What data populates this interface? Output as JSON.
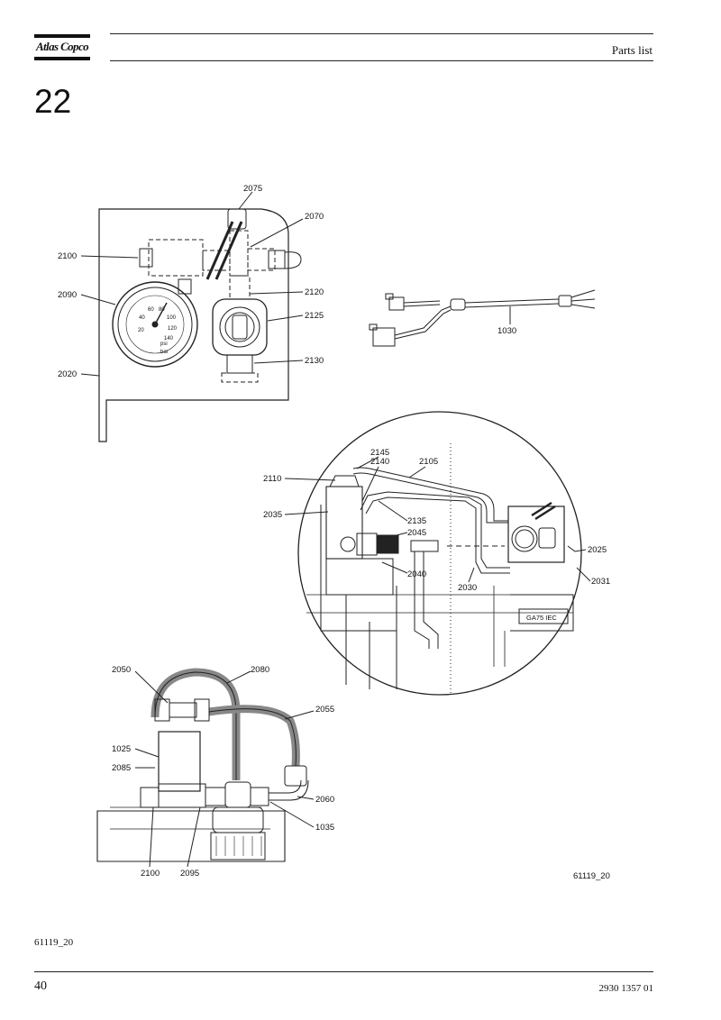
{
  "header": {
    "brand": "Atlas Copco",
    "section_title": "Parts list",
    "chapter_number": "22"
  },
  "figure": {
    "image_code": "61119_20",
    "callouts": {
      "top_left": [
        "2075",
        "2070",
        "2100",
        "2090",
        "2120",
        "2125",
        "2020",
        "2130"
      ],
      "cable": [
        "1030"
      ],
      "circle": [
        "2145",
        "2140",
        "2105",
        "2110",
        "2035",
        "2135",
        "2045",
        "2040",
        "2030",
        "2025",
        "2031"
      ],
      "bottom": [
        "2050",
        "2080",
        "2055",
        "1025",
        "2085",
        "2060",
        "1035",
        "2100",
        "2095"
      ]
    },
    "gauge_text": {
      "unit_psi": "psi",
      "unit_bar": "bar",
      "scale_psi": [
        "20",
        "40",
        "60",
        "80",
        "100",
        "120",
        "140"
      ]
    },
    "machine_label": "GA75 IEC"
  },
  "footer": {
    "figure_ref": "61119_20",
    "page_number": "40",
    "doc_number": "2930 1357 01"
  }
}
